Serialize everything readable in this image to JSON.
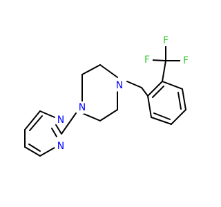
{
  "molecule": {
    "atoms": {
      "pyrimidine_n_top": {
        "label": "N",
        "color": "#0000ff"
      },
      "pyrimidine_n_bottom": {
        "label": "N",
        "color": "#0000ff"
      },
      "piperazine_n_left": {
        "label": "N",
        "color": "#0000ff"
      },
      "piperazine_n_right": {
        "label": "N",
        "color": "#0000ff"
      },
      "fluorine_left": {
        "label": "F",
        "color": "#33cc33"
      },
      "fluorine_top": {
        "label": "F",
        "color": "#33cc33"
      },
      "fluorine_right": {
        "label": "F",
        "color": "#33cc33"
      }
    }
  }
}
